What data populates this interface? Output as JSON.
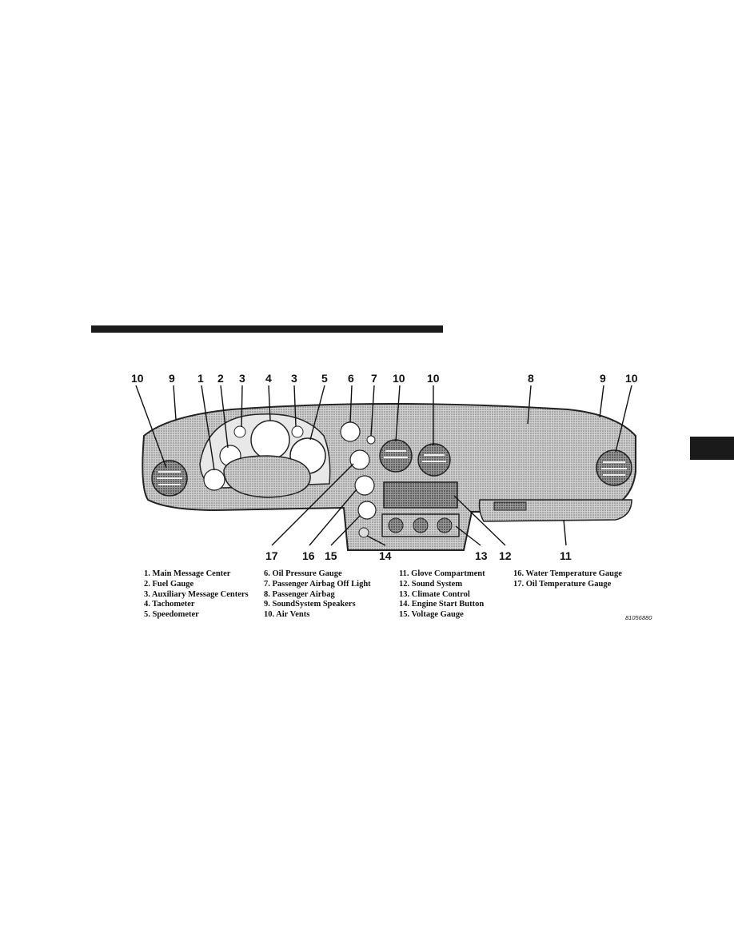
{
  "figure": {
    "callouts_top": [
      "10",
      "9",
      "1",
      "2",
      "3",
      "4",
      "3",
      "5",
      "6",
      "7",
      "10",
      "10",
      "8",
      "9",
      "10"
    ],
    "callouts_bottom": [
      "17",
      "16",
      "15",
      "14",
      "13",
      "12",
      "11"
    ],
    "figure_id": "81056880"
  },
  "legend": {
    "col1": [
      "1. Main Message Center",
      "2. Fuel Gauge",
      "3. Auxiliary Message Centers",
      "4. Tachometer",
      "5. Speedometer"
    ],
    "col2": [
      "6. Oil Pressure Gauge",
      "7. Passenger Airbag Off Light",
      "8. Passenger Airbag",
      "9. SoundSystem Speakers",
      "10. Air Vents"
    ],
    "col3": [
      "11. Glove Compartment",
      "12. Sound System",
      "13. Climate Control",
      "14. Engine Start Button",
      "15. Voltage Gauge"
    ],
    "col4": [
      "16. Water Temperature Gauge",
      "17. Oil Temperature Gauge"
    ]
  }
}
